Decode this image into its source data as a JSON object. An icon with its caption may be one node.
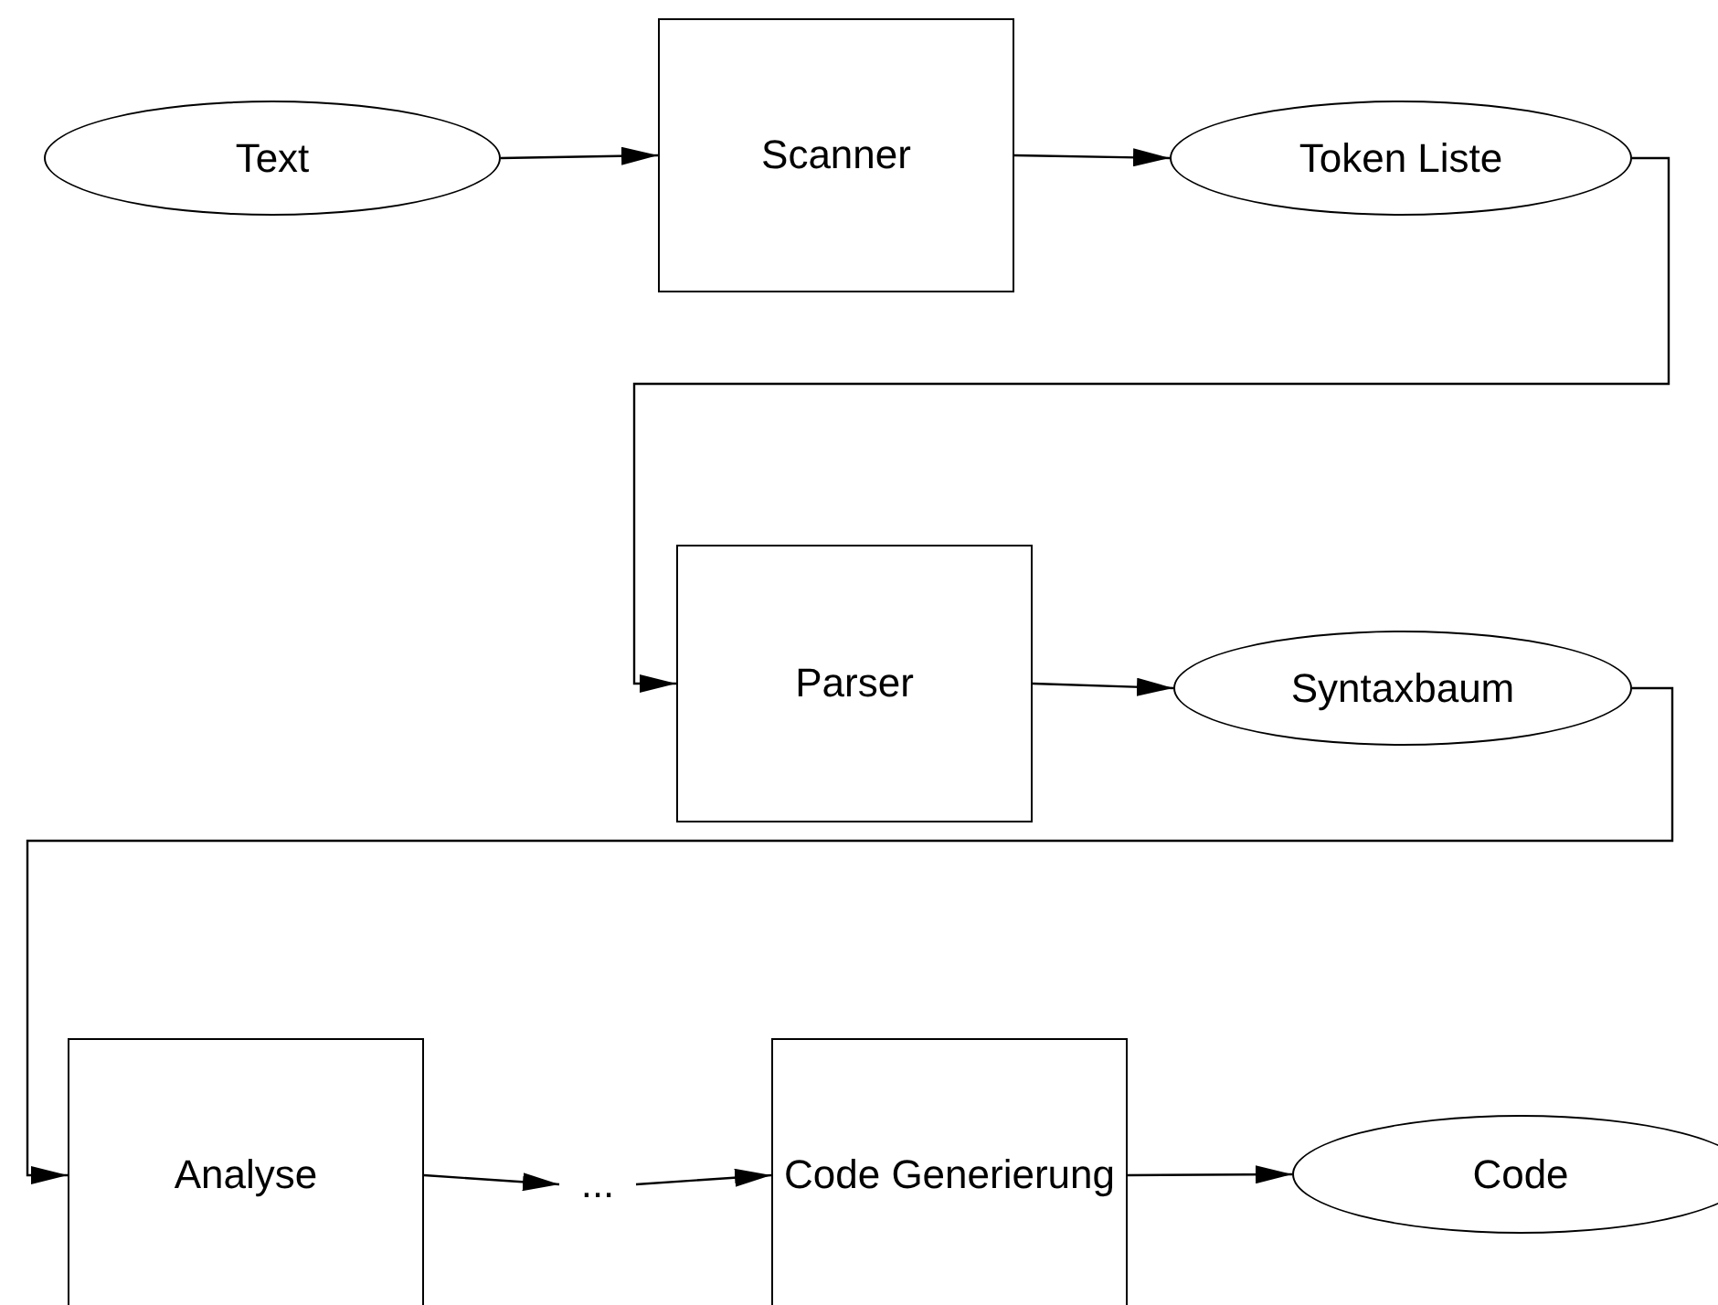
{
  "diagram": {
    "nodes": [
      {
        "text": [
          "Text"
        ]
      },
      {
        "text": [
          "Scanner"
        ]
      },
      {
        "text": [
          "Token Liste"
        ]
      },
      {
        "text": [
          "Parser"
        ]
      },
      {
        "text": [
          "Syntaxbaum"
        ]
      },
      {
        "text": [
          "Analyse"
        ]
      },
      {
        "text": [
          "..."
        ]
      },
      {
        "text": [
          "Code Generierung"
        ]
      },
      {
        "text": [
          "Code"
        ]
      }
    ],
    "edges": [
      {
        "from": 0,
        "to": 1,
        "arrow": "to"
      },
      {
        "from": 1,
        "to": 2,
        "arrow": "to"
      },
      {
        "from": 2,
        "to": 3,
        "arrow": "to"
      },
      {
        "from": 3,
        "to": 4,
        "arrow": "to"
      },
      {
        "from": 4,
        "to": 5,
        "arrow": "to"
      },
      {
        "from": 5,
        "to": 6,
        "arrow": "to"
      },
      {
        "from": 6,
        "to": 7,
        "arrow": "to"
      },
      {
        "from": 7,
        "to": 8,
        "arrow": "to"
      }
    ]
  }
}
